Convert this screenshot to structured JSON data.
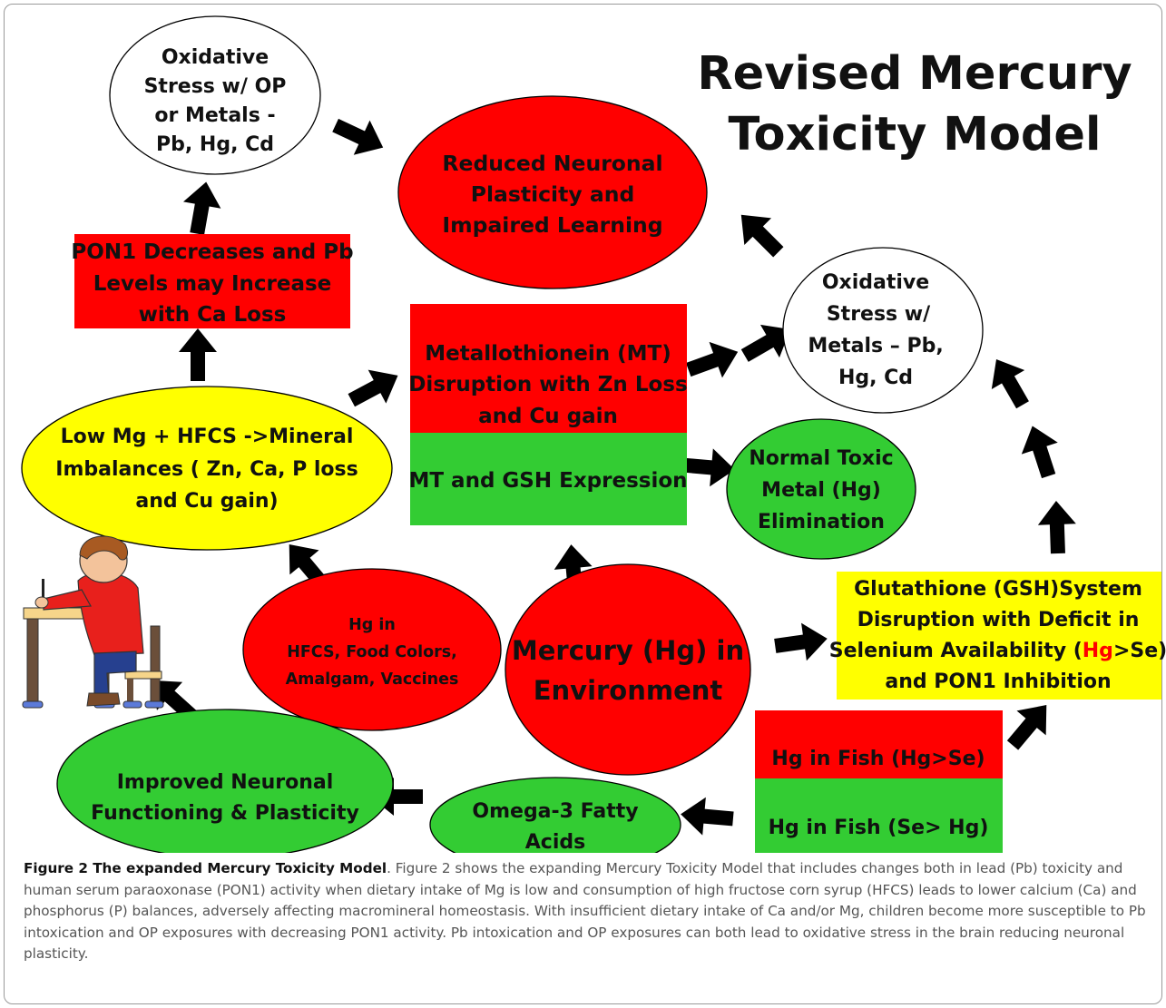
{
  "title": {
    "lines": [
      "Revised Mercury",
      "Toxicity Model"
    ]
  },
  "colors": {
    "red": "#ff0000",
    "yellow": "#ffff00",
    "green": "#33cc33",
    "white": "#ffffff",
    "arrow": "#000000",
    "hg_highlight": "#ff0000"
  },
  "nodes": {
    "oxidative_stress_op": {
      "lines": [
        "Oxidative",
        "Stress w/ OP",
        "or  Metals -",
        "Pb, Hg, Cd"
      ]
    },
    "reduced_plasticity": {
      "lines": [
        "Reduced Neuronal",
        "Plasticity and",
        "Impaired Learning"
      ]
    },
    "pon1_decreases": {
      "lines": [
        "PON1 Decreases and Pb",
        "Levels may  Increase",
        "with Ca Loss"
      ]
    },
    "mt_disruption": {
      "lines": [
        "Metallothionein (MT)",
        "Disruption with Zn Loss",
        "and Cu gain"
      ]
    },
    "mt_gsh_expression": {
      "lines": [
        "MT and GSH Expression"
      ]
    },
    "oxidative_stress_metals": {
      "lines": [
        "Oxidative",
        "Stress w/",
        "Metals – Pb,",
        "Hg, Cd"
      ]
    },
    "low_mg_hfcs": {
      "lines": [
        "Low Mg + HFCS ->Mineral",
        "Imbalances  ( Zn, Ca, P loss",
        "and Cu gain)"
      ]
    },
    "normal_elimination": {
      "lines": [
        "Normal Toxic",
        "Metal (Hg)",
        "Elimination"
      ]
    },
    "hg_sources": {
      "lines": [
        "Hg  in",
        "HFCS, Food Colors,",
        "Amalgam, Vaccines"
      ]
    },
    "mercury_environment": {
      "lines": [
        "Mercury (Hg) in",
        "Environment"
      ]
    },
    "gsh_disruption": {
      "lines": [
        "Glutathione (GSH)System",
        "Disruption with Deficit in"
      ],
      "line3_prefix": "Selenium Availability (",
      "line3_highlight": "Hg",
      "line3_suffix": ">Se)",
      "line4": "and PON1 Inhibition"
    },
    "improved_functioning": {
      "lines": [
        "Improved Neuronal",
        "Functioning & Plasticity"
      ]
    },
    "omega3": {
      "lines": [
        "Omega-3 Fatty",
        "Acids"
      ]
    },
    "hg_fish_high": {
      "lines": [
        "Hg in Fish (Hg>Se)"
      ]
    },
    "hg_fish_low": {
      "lines": [
        "Hg in Fish  (Se> Hg)"
      ]
    }
  },
  "caption": {
    "title": "Figure 2 The expanded Mercury Toxicity Model",
    "body": ". Figure 2 shows the expanding Mercury Toxicity Model that includes changes both in lead (Pb) toxicity and human serum paraoxonase (PON1) activity when dietary intake of Mg is low and consumption of high fructose corn syrup (HFCS) leads to lower calcium (Ca) and phosphorus (P) balances, adversely affecting macromineral homeostasis. With insufficient dietary intake of Ca and/or Mg, children become more susceptible to Pb intoxication and OP exposures with decreasing PON1 activity. Pb intoxication and OP exposures can both lead to oxidative stress in the brain reducing neuronal plasticity."
  }
}
